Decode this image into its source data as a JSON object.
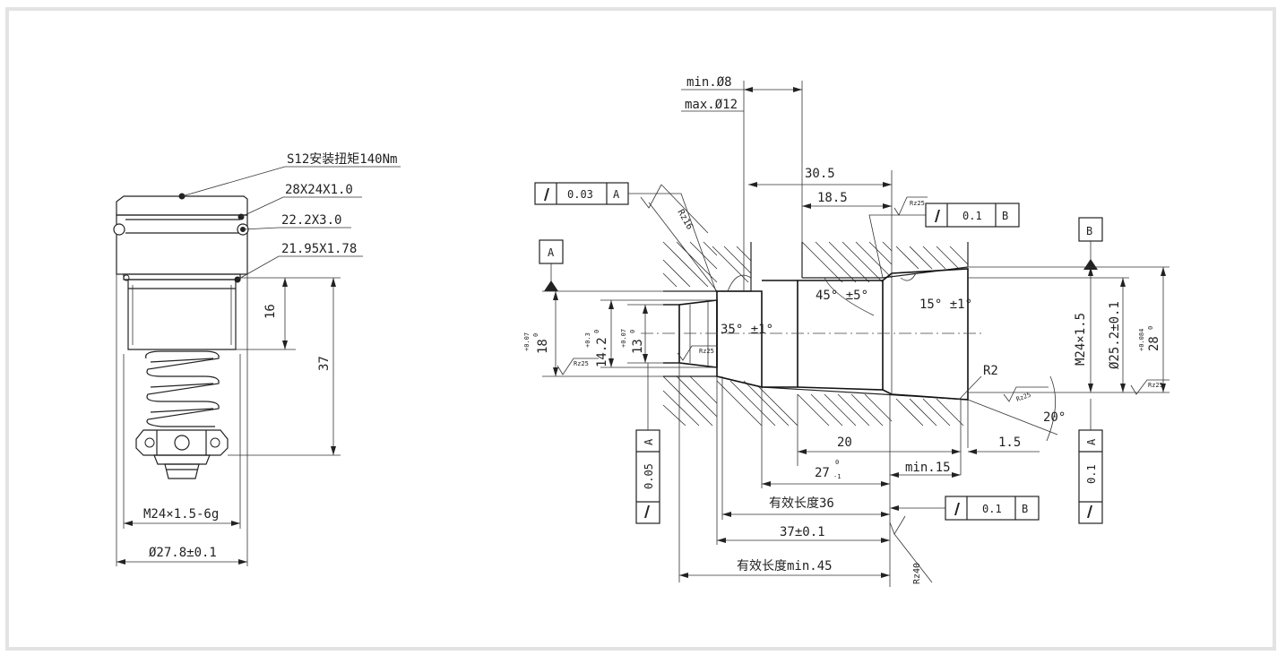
{
  "left_view": {
    "torque_note": "S12安装扭矩140Nm",
    "oring_1": "28X24X1.0",
    "oring_2": "22.2X3.0",
    "oring_3": "21.95X1.78",
    "dim_16": "16",
    "dim_37": "37",
    "thread": "M24×1.5-6g",
    "diameter": "Ø27.8±0.1"
  },
  "right_view": {
    "min_dia": "min.Ø8",
    "max_dia": "max.Ø12",
    "dim_30_5": "30.5",
    "dim_18_5": "18.5",
    "runout_a": {
      "value": "0.03",
      "datum": "A"
    },
    "runout_b_top": {
      "value": "0.1",
      "datum": "B"
    },
    "datum_a": "A",
    "datum_b": "B",
    "rz16": "Rz16",
    "rz25": "Rz25",
    "rz40": "Rz40",
    "angle_45": "45° ±5°",
    "angle_15": "15° ±1°",
    "angle_35": "35° ±1°",
    "angle_20": "20°",
    "r2": "R2",
    "d18": "18",
    "d18_tol_up": "+0.07",
    "d18_tol_lo": "0",
    "d14_2": "14.2",
    "d14_tol_up": "+0.3",
    "d14_tol_lo": "0",
    "d13": "13",
    "d13_tol_up": "+0.07",
    "d13_tol_lo": "0",
    "thread": "M24×1.5",
    "d25_2": "Ø25.2±0.1",
    "d28": "28",
    "d28_tol_up": "+0.084",
    "d28_tol_lo": "0",
    "dim_20": "20",
    "dim_1_5": "1.5",
    "dim_27": "27",
    "dim_27_tol_up": "0",
    "dim_27_tol_lo": "-1",
    "dim_min15": "min.15",
    "eff_len_36": "有效长度36",
    "dim_37": "37±0.1",
    "eff_len_min45": "有效长度min.45",
    "runout_left": {
      "value": "0.05",
      "datum": "A"
    },
    "runout_right": {
      "value": "0.1",
      "datum": "A"
    },
    "runout_bottom": {
      "value": "0.1",
      "datum": "B"
    }
  }
}
